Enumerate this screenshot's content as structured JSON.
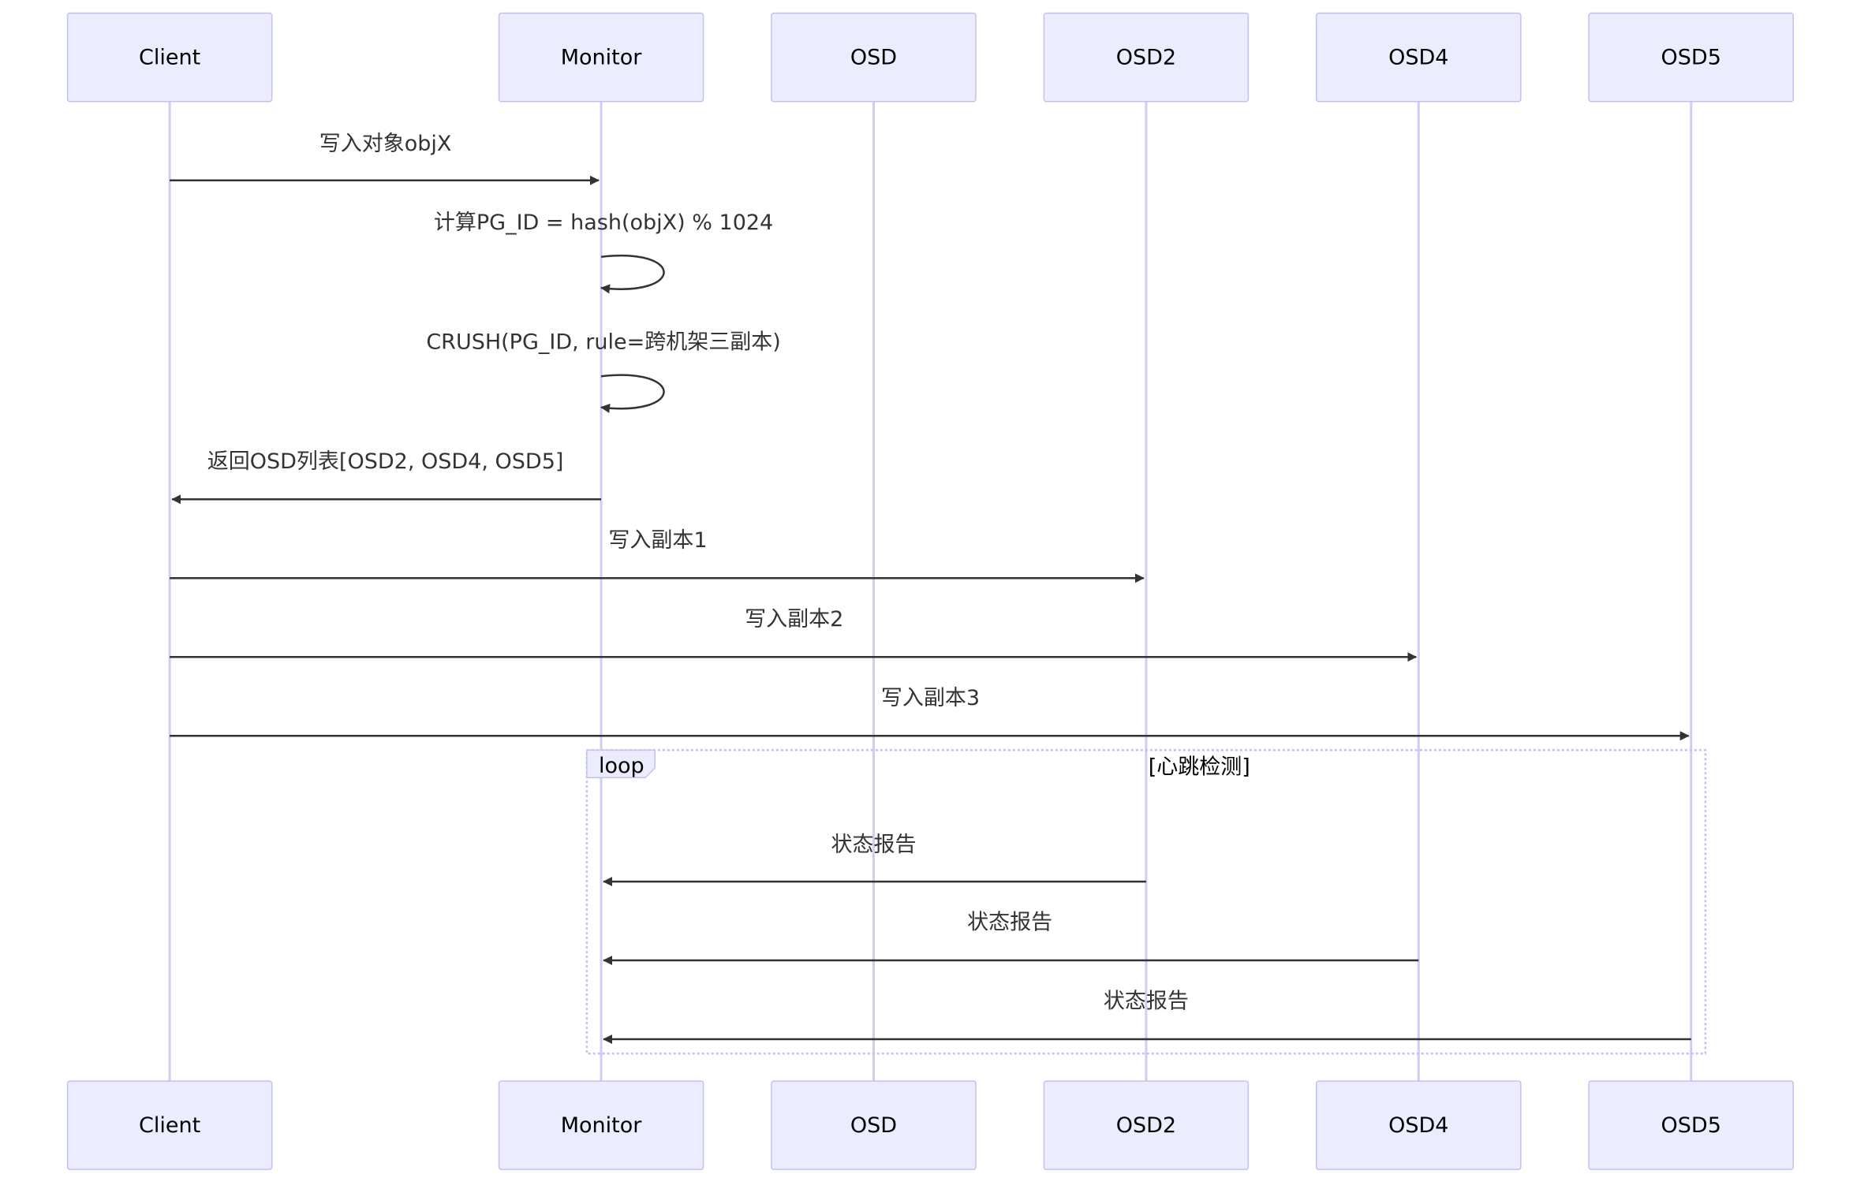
{
  "participants": [
    {
      "id": "Client",
      "label": "Client"
    },
    {
      "id": "Monitor",
      "label": "Monitor"
    },
    {
      "id": "OSD",
      "label": "OSD"
    },
    {
      "id": "OSD2",
      "label": "OSD2"
    },
    {
      "id": "OSD4",
      "label": "OSD4"
    },
    {
      "id": "OSD5",
      "label": "OSD5"
    }
  ],
  "messages": [
    {
      "from": "Client",
      "to": "Monitor",
      "label": "写入对象objX"
    },
    {
      "from": "Monitor",
      "to": "Monitor",
      "label": "计算PG_ID = hash(objX) % 1024"
    },
    {
      "from": "Monitor",
      "to": "Monitor",
      "label": "CRUSH(PG_ID, rule=跨机架三副本)"
    },
    {
      "from": "Monitor",
      "to": "Client",
      "label": "返回OSD列表[OSD2, OSD4, OSD5]"
    },
    {
      "from": "Client",
      "to": "OSD2",
      "label": "写入副本1"
    },
    {
      "from": "Client",
      "to": "OSD4",
      "label": "写入副本2"
    },
    {
      "from": "Client",
      "to": "OSD5",
      "label": "写入副本3"
    },
    {
      "from": "OSD2",
      "to": "Monitor",
      "label": "状态报告"
    },
    {
      "from": "OSD4",
      "to": "Monitor",
      "label": "状态报告"
    },
    {
      "from": "OSD5",
      "to": "Monitor",
      "label": "状态报告"
    }
  ],
  "loop": {
    "keyword": "loop",
    "condition": "[心跳检测]",
    "first_message": 7,
    "last_message": 9
  },
  "colors": {
    "actor_fill": "#ECECFF",
    "actor_border": "#C7BFEF",
    "lifeline": "#D3CBF3",
    "arrow": "#333333"
  }
}
